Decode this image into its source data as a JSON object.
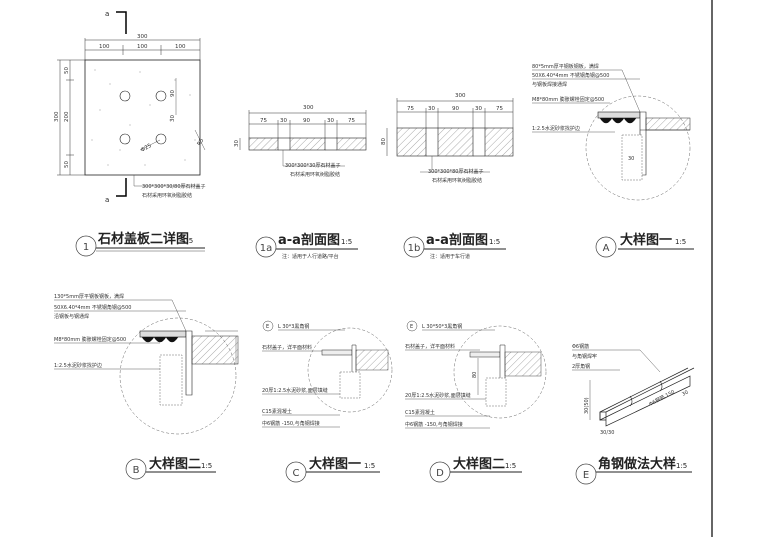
{
  "sheet": {
    "frame_color": "#000000",
    "line_color": "#222222"
  },
  "details": [
    {
      "marker": "1",
      "title": "石材盖板二详图",
      "scale": "1:5",
      "section_mark": "a",
      "dims": {
        "total": "300",
        "a": "100",
        "b": "100",
        "c": "100",
        "height": "300",
        "h1": "50",
        "h2": "200",
        "h3": "50",
        "r1": "90",
        "r2": "30",
        "r3": "Φ25",
        "r4": "R5"
      },
      "notes": [
        "300*300*30/80厚石材盖子",
        "石材采用环氧树脂胶结"
      ]
    },
    {
      "marker": "1a",
      "title": "a-a剖面图",
      "scale": "1:5",
      "dims": {
        "total": "300",
        "segs": [
          "75",
          "30",
          "90",
          "30",
          "75"
        ],
        "t": "30"
      },
      "notes": [
        "300*300*30厚石材盖子",
        "石材采用环氧树脂胶结"
      ],
      "sub": "注：适用于人行道路/平台"
    },
    {
      "marker": "1b",
      "title": "a-a剖面图",
      "scale": "1:5",
      "dims": {
        "total": "300",
        "segs": [
          "75",
          "30",
          "90",
          "30",
          "75"
        ],
        "t": "80"
      },
      "notes": [
        "300*300*80厚石材盖子",
        "石材采用环氧树脂胶结"
      ],
      "sub": "注：适用于车行道"
    },
    {
      "marker": "A",
      "title": "大样图一",
      "scale": "1:5",
      "notes": [
        "80*5mm厚平钢板钢板，满焊",
        "50X6.40*4mm 不锈钢角钢@500",
        "与钢板焊接通焊",
        "M8*80mm 膨胀螺栓固定@500",
        "1:2.5水泥砂浆找护边"
      ]
    },
    {
      "marker": "B",
      "title": "大样图二",
      "scale": "1:5",
      "notes": [
        "130*5mm厚平钢板钢板，满焊",
        "50X6.40*4mm 不锈钢角钢@500",
        "沿钢板与钢通焊",
        "M8*80mm 膨胀螺栓固定@500",
        "1:2.5水泥砂浆找护边"
      ]
    },
    {
      "marker": "C",
      "title": "大样图一",
      "scale": "1:5",
      "notes": [
        "L 30*3黑角钢",
        "石材盖子，详平面材料",
        "20厚1:2.5水泥砂浆,面层填缝",
        "C15素混凝土",
        "中6钢筋 -150,与角钢焊接"
      ]
    },
    {
      "marker": "D",
      "title": "大样图二",
      "scale": "1:5",
      "notes": [
        "L 30*50*3黑角钢",
        "石材盖子，详平面材料",
        "20厚1:2.5水泥砂浆,面层填缝",
        "C15素混凝土",
        "中6钢筋 -150,与角钢焊接"
      ]
    },
    {
      "marker": "E",
      "title": "角钢做法大样",
      "scale": "1:5",
      "notes": [
        "Φ6钢筋",
        "与角钢焊牢",
        "2厚角钢"
      ],
      "dims": {
        "a": "30(50)",
        "b": "30/30",
        "c": "30",
        "d": "Φ6钢筋,150"
      }
    }
  ],
  "ref_letters": {
    "E1": "E",
    "E2": "E"
  }
}
